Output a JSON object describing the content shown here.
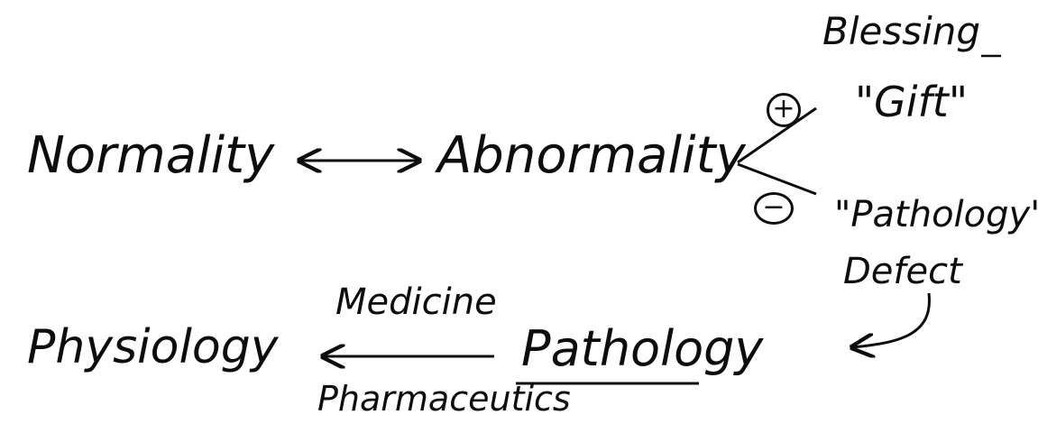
{
  "diagram": {
    "top_row": {
      "left_term": "Normality",
      "right_term": "Abnormality"
    },
    "branch_positive": {
      "sign": "+",
      "label": "\"Gift\"",
      "synonym": "Blessing"
    },
    "branch_negative": {
      "sign": "−",
      "label": "\"Pathology\"",
      "synonym": "Defect"
    },
    "bottom_row": {
      "left_term": "Physiology",
      "right_term": "Pathology",
      "arrow_label_top": "Medicine",
      "arrow_label_bottom": "Pharmaceutics"
    }
  },
  "colors": {
    "ink": "#0d0d0d",
    "background": "#ffffff"
  }
}
